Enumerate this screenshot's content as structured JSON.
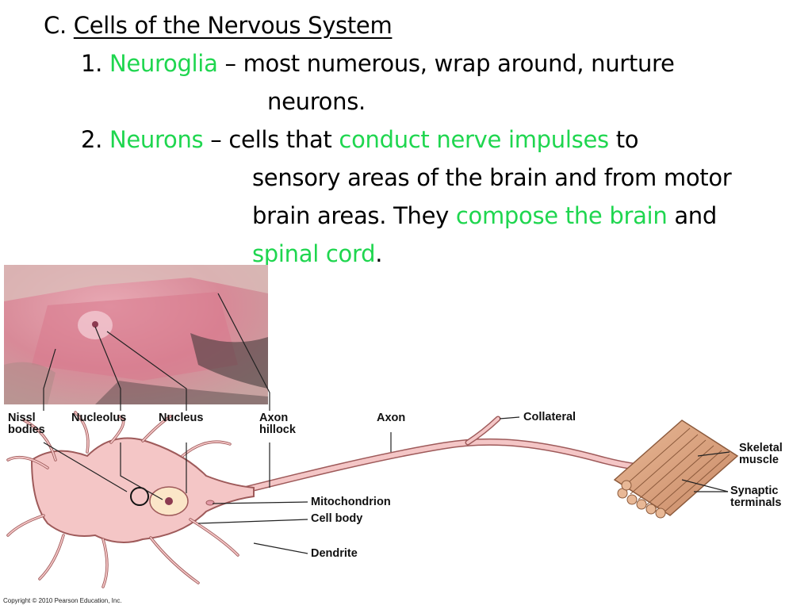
{
  "heading": {
    "prefix": "C. ",
    "title": "Cells of the Nervous System"
  },
  "items": [
    {
      "number": "1. ",
      "term": "Neuroglia",
      "rest": " – most numerous, wrap around, nurture",
      "cont": "neurons."
    },
    {
      "number": "2. ",
      "term": "Neurons",
      "part1": " – cells that ",
      "hl1": "conduct nerve impulses",
      "part2": " to",
      "line2": "sensory areas of the brain and from motor",
      "line3a": "brain areas.  They ",
      "hl2": "compose the brain",
      "line3b": " and",
      "hl3": "spinal cord",
      "end": "."
    }
  ],
  "figure": {
    "labels": {
      "nissl": "Nissl",
      "bodies": "bodies",
      "nucleolus": "Nucleolus",
      "nucleus": "Nucleus",
      "axon_hillock_1": "Axon",
      "axon_hillock_2": "hillock",
      "axon": "Axon",
      "collateral": "Collateral",
      "skeletal": "Skeletal",
      "muscle": "muscle",
      "synaptic": "Synaptic",
      "terminals": "terminals",
      "mitochondrion": "Mitochondrion",
      "cell_body": "Cell body",
      "dendrite": "Dendrite"
    },
    "copyright": "Copyright © 2010 Pearson Education, Inc."
  },
  "colors": {
    "highlight": "#1fd64f",
    "neuron_fill": "#f4c6c6",
    "neuron_stroke": "#9e5a5a",
    "muscle": "#d9a37f"
  }
}
